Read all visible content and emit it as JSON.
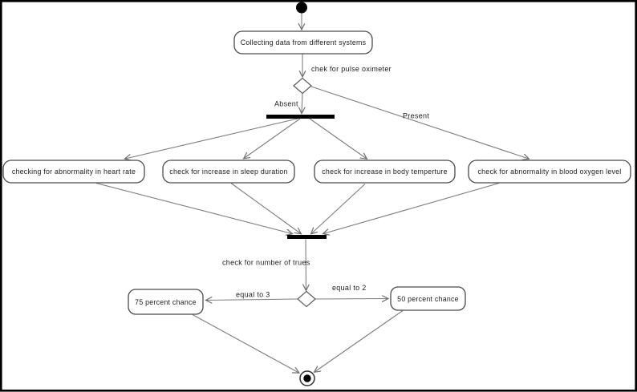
{
  "diagram": {
    "type": "uml-activity-diagram",
    "nodes": {
      "collect": {
        "label": "Collecting data from different systems"
      },
      "heart_rate": {
        "label": "checking for abnormality in heart rate"
      },
      "sleep": {
        "label": "check for increase in sleep duration"
      },
      "body_temp": {
        "label": "check for increase in body temperture"
      },
      "blood_oxygen": {
        "label": "check for abnormality in blood oxygen level"
      },
      "chance_75": {
        "label": "75 percent chance"
      },
      "chance_50": {
        "label": "50 percent chance"
      }
    },
    "edge_labels": {
      "pulse_check": "chek for pulse oximeter",
      "absent": "Absent",
      "present": "Present",
      "trues_check": "check for number of trues",
      "equal_3": "equal to 3",
      "equal_2": "equal to 2"
    },
    "colors": {
      "edge": "#7d7d7d",
      "node_border": "#4a4a4a",
      "bar_fill": "#000000",
      "text": "#1c1c1c",
      "background": "#ffffff",
      "frame_border": "#000000"
    }
  }
}
